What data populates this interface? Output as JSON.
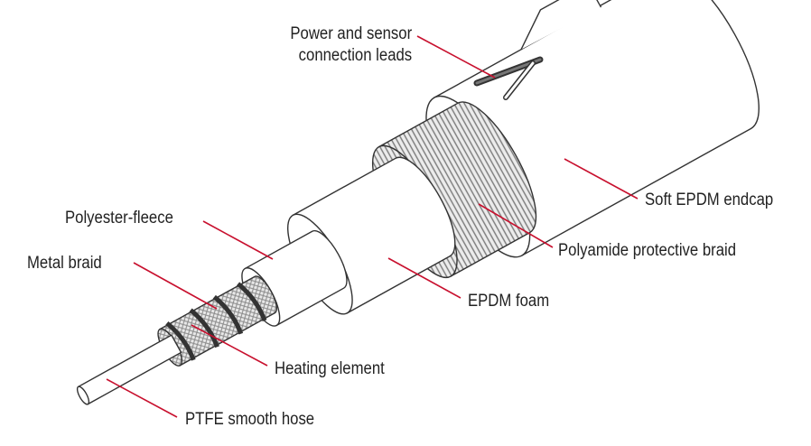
{
  "title": "Heated hose construction",
  "colors": {
    "leader": "#c8102e",
    "outline": "#333333",
    "fill": "#ffffff",
    "braid": "#bfbfbf"
  },
  "labels": {
    "leads_line1": "Power and sensor",
    "leads_line2": "connection leads",
    "endcap": "Soft EPDM endcap",
    "polyamide": "Polyamide protective braid",
    "foam": "EPDM foam",
    "fleece": "Polyester-fleece",
    "metal_braid": "Metal braid",
    "heating": "Heating element",
    "ptfe": "PTFE smooth hose"
  }
}
